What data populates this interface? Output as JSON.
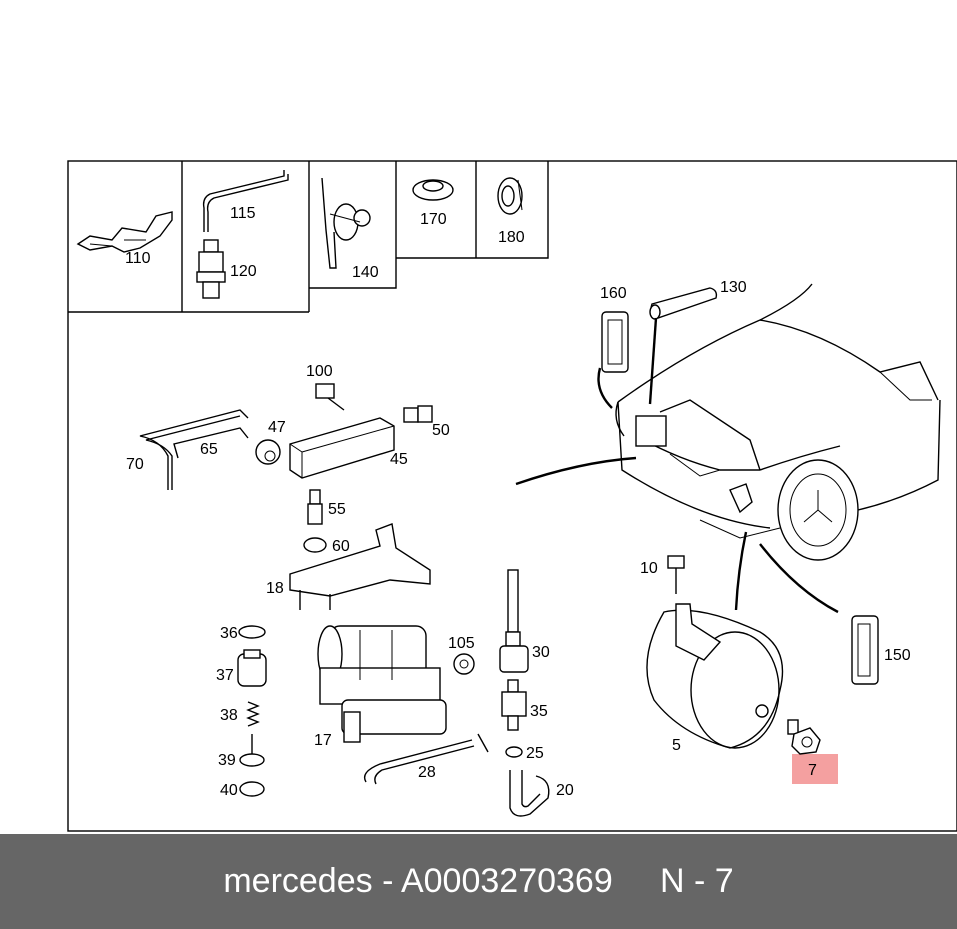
{
  "diagram": {
    "labels": {
      "p110": "110",
      "p115": "115",
      "p120": "120",
      "p140": "140",
      "p170": "170",
      "p180": "180",
      "p160": "160",
      "p130": "130",
      "p100": "100",
      "p47": "47",
      "p50": "50",
      "p65": "65",
      "p70": "70",
      "p45": "45",
      "p55": "55",
      "p60": "60",
      "p18": "18",
      "p10": "10",
      "p36": "36",
      "p37": "37",
      "p38": "38",
      "p39": "39",
      "p40": "40",
      "p17": "17",
      "p28": "28",
      "p105": "105",
      "p30": "30",
      "p35": "35",
      "p25": "25",
      "p20": "20",
      "p5": "5",
      "p7": "7",
      "p150": "150"
    },
    "highlight_color": "#f4a0a0"
  },
  "footer": {
    "text": "mercedes - A0003270369     N - 7",
    "background": "#666666",
    "text_color": "#ffffff"
  }
}
